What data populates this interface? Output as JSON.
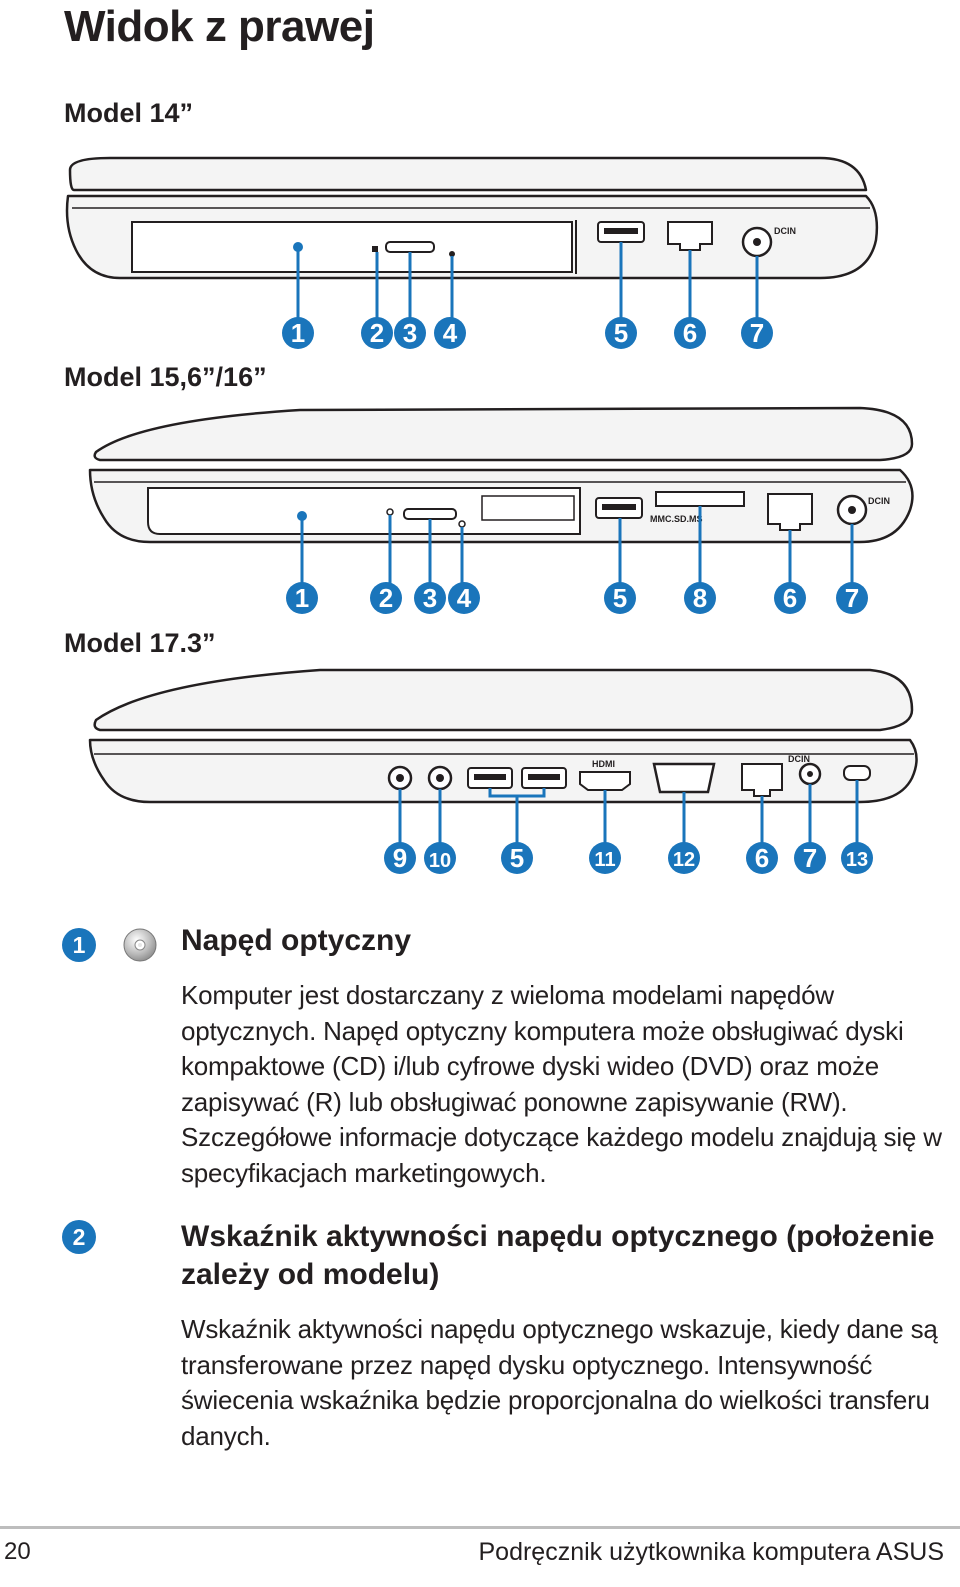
{
  "page": {
    "title": "Widok z prawej",
    "number": "20",
    "footer": "Podręcznik użytkownika komputera ASUS"
  },
  "models": [
    {
      "label": "Model 14”",
      "callouts": [
        "1",
        "2",
        "3",
        "4",
        "5",
        "6",
        "7"
      ]
    },
    {
      "label": "Model 15,6”/16”",
      "callouts": [
        "1",
        "2",
        "3",
        "4",
        "5",
        "8",
        "6",
        "7"
      ]
    },
    {
      "label": "Model 17.3”",
      "callouts": [
        "9",
        "10",
        "5",
        "11",
        "12",
        "6",
        "7",
        "13"
      ]
    }
  ],
  "port_labels": {
    "dcin": "DCIN",
    "hdmi": "HDMI",
    "card_reader": "MMC.SD.MS"
  },
  "sections": [
    {
      "number": "1",
      "icon": "optical-disc-icon",
      "heading": "Napęd optyczny",
      "body": "Komputer jest dostarczany z wieloma modelami napędów optycznych. Napęd optyczny komputera może obsługiwać dyski kompaktowe (CD) i/lub cyfrowe dyski wideo (DVD) oraz może zapisywać (R) lub obsługiwać ponowne zapisywanie (RW). Szczegółowe informacje dotyczące każdego modelu znajdują się w specyfikacjach marketingowych."
    },
    {
      "number": "2",
      "heading": "Wskaźnik aktywności napędu optycznego (położenie zależy od modelu)",
      "body": "Wskaźnik aktywności napędu optycznego wskazuje, kiedy dane są transferowane przez napęd dysku optycznego. Intensywność świecenia wskaźnika będzie proporcjonalna do wielkości transferu danych."
    }
  ],
  "colors": {
    "accent_blue": "#1a75bb",
    "text": "#231f20",
    "outline": "#231f20"
  }
}
